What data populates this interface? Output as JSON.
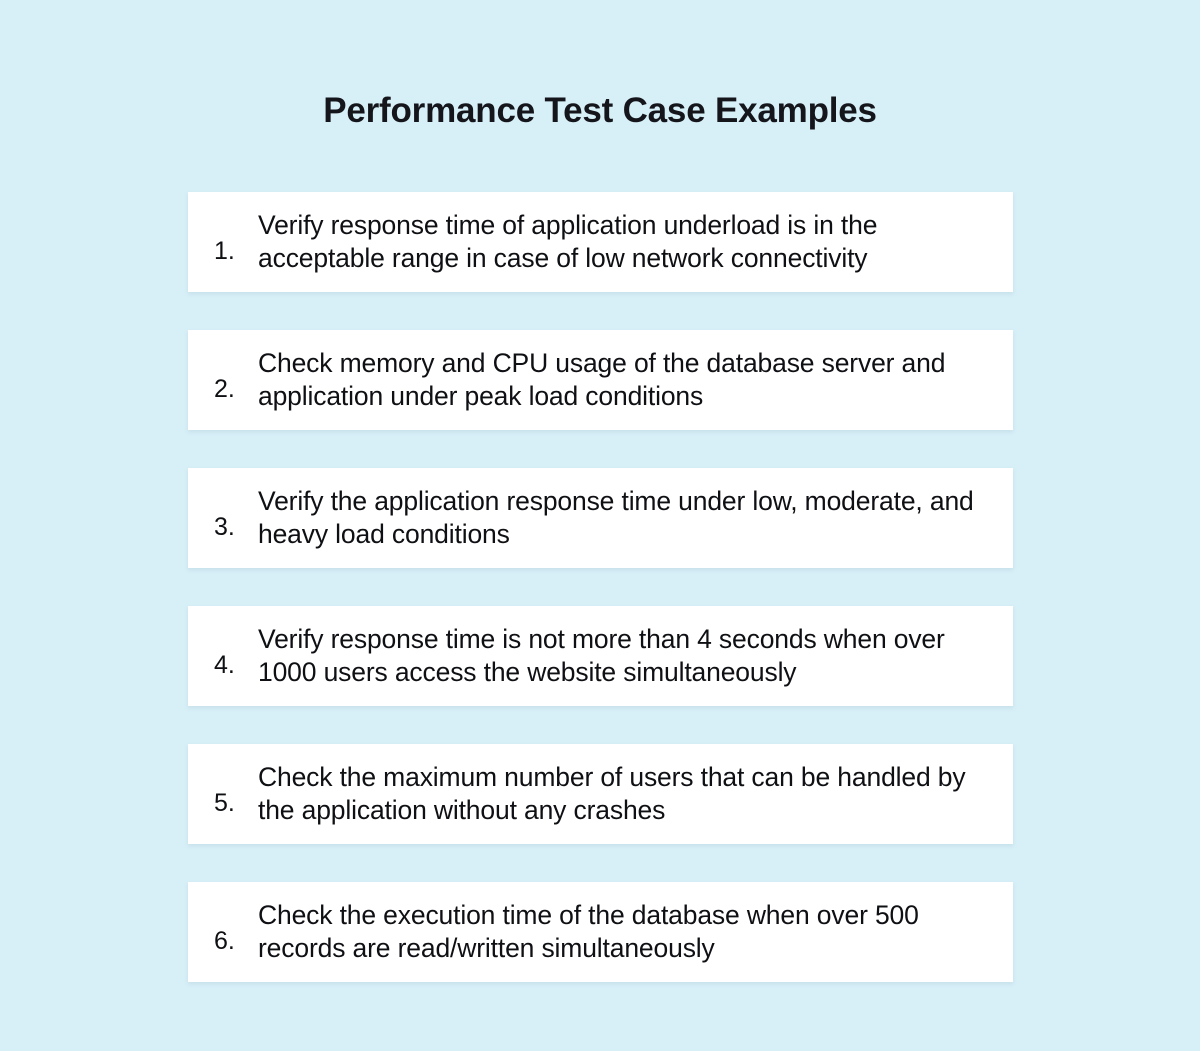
{
  "page": {
    "title": "Performance Test Case Examples",
    "background_color": "#d7eff7",
    "card_color": "#ffffff",
    "text_color": "#0f1014",
    "title_color": "#15161c"
  },
  "items": [
    {
      "number": "1.",
      "text": "Verify response time of application underload is in the acceptable range in case of low network connectivity"
    },
    {
      "number": "2.",
      "text": "Check memory and CPU usage of the database server and application under peak load conditions"
    },
    {
      "number": "3.",
      "text": "Verify the application response time under low, moderate, and heavy load conditions"
    },
    {
      "number": "4.",
      "text": "Verify response time is not more than 4 seconds when over 1000 users access the website simultaneously"
    },
    {
      "number": "5.",
      "text": "Check the maximum number of users that can be handled by the application without any crashes"
    },
    {
      "number": "6.",
      "text": "Check the execution time of the database when over 500 records are read/written simultaneously"
    }
  ]
}
